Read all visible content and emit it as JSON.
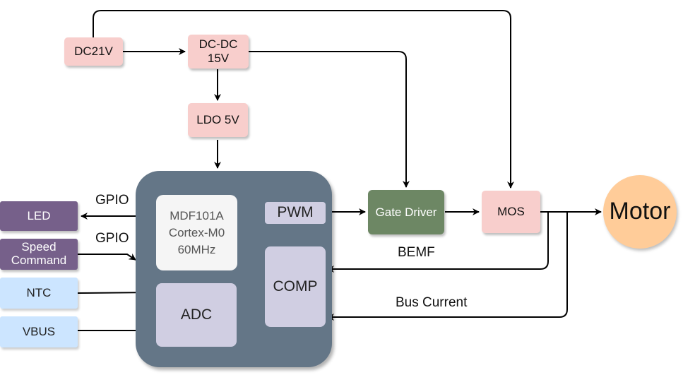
{
  "nodes": {
    "dc21v": "DC21V",
    "dcdc": [
      "DC-DC",
      "15V"
    ],
    "ldo": "LDO 5V",
    "mcu_core": [
      "MDF101A",
      "Cortex-M0",
      "60MHz"
    ],
    "pwm": "PWM",
    "comp": "COMP",
    "adc": "ADC",
    "gate_driver": "Gate Driver",
    "mos": "MOS",
    "motor": "Motor",
    "led": "LED",
    "speed_command": [
      "Speed",
      "Command"
    ],
    "ntc": "NTC",
    "vbus": "VBUS"
  },
  "labels": {
    "gpio_out": "GPIO",
    "gpio_in": "GPIO",
    "bemf": "BEMF",
    "bus_current": "Bus Current"
  },
  "colors": {
    "power_box": "#f8cecc",
    "mcu": "#647687",
    "core": "#f5f5f5",
    "peripheral": "#d0cee2",
    "io_purple": "#76608a",
    "io_blue": "#cce5ff",
    "gate_driver": "#6d8764",
    "motor": "#ffcc99"
  }
}
